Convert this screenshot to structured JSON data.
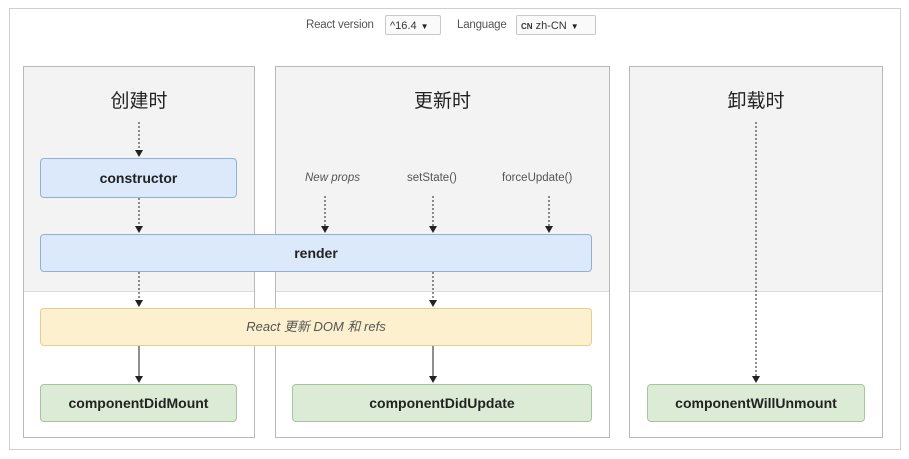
{
  "toolbar": {
    "react_version_label": "React version",
    "react_version_value": "^16.4",
    "language_label": "Language",
    "language_flag": "CN",
    "language_value": "zh-CN"
  },
  "columns": {
    "mount": {
      "title": "创建时"
    },
    "update": {
      "title": "更新时"
    },
    "unmount": {
      "title": "卸载时"
    }
  },
  "nodes": {
    "constructor": "constructor",
    "render": "render",
    "react_updates": "React 更新 DOM 和 refs",
    "component_did_mount": "componentDidMount",
    "component_did_update": "componentDidUpdate",
    "component_will_unmount": "componentWillUnmount"
  },
  "triggers": {
    "new_props": "New props",
    "set_state": "setState()",
    "force_update": "forceUpdate()"
  },
  "colors": {
    "blue_fill": "#dce9fb",
    "blue_border": "#8fb0df",
    "yellow_fill": "#fdf0cf",
    "yellow_border": "#e6cf8d",
    "green_fill": "#dcebd6",
    "green_border": "#a4c69a",
    "phase_bg": "#f3f3f3"
  }
}
